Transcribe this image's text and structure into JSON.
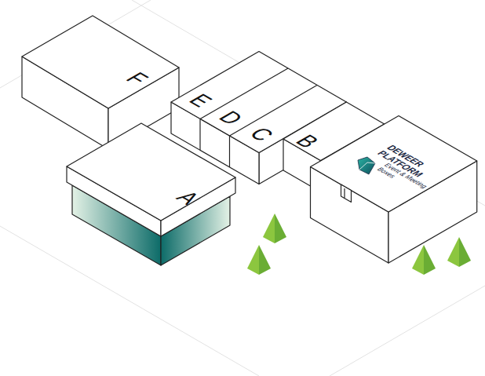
{
  "diagram": {
    "nodes": [
      {
        "text": [
          "F"
        ]
      },
      {
        "text": [
          "E"
        ]
      },
      {
        "text": [
          "D"
        ]
      },
      {
        "text": [
          "C"
        ]
      },
      {
        "text": [
          "B"
        ]
      },
      {
        "text": [
          "A"
        ]
      }
    ],
    "labels": [
      "DEWEER PLATFORM",
      "Event & Meeting Boxes"
    ]
  }
}
